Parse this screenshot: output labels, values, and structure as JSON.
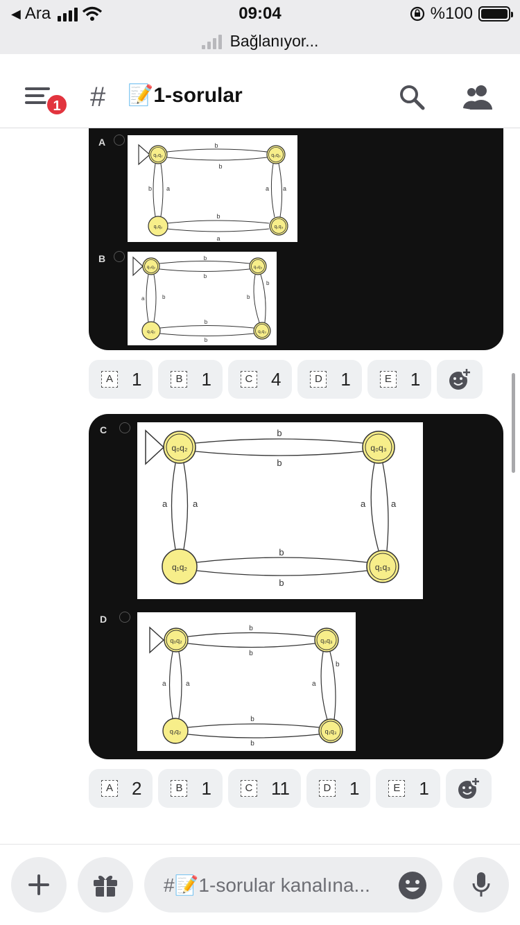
{
  "status": {
    "carrier": "Ara",
    "time": "09:04",
    "battery": "%100",
    "connection": "Bağlanıyor..."
  },
  "header": {
    "unread_badge": "1",
    "channel_prefix": "#",
    "channel_name": "📝1-sorular"
  },
  "messages": [
    {
      "options": [
        "A",
        "B"
      ],
      "reactions": [
        {
          "emoji": "A",
          "count": "1"
        },
        {
          "emoji": "B",
          "count": "1"
        },
        {
          "emoji": "C",
          "count": "4"
        },
        {
          "emoji": "D",
          "count": "1"
        },
        {
          "emoji": "E",
          "count": "1"
        }
      ]
    },
    {
      "options": [
        "C",
        "D"
      ],
      "reactions": [
        {
          "emoji": "A",
          "count": "2"
        },
        {
          "emoji": "B",
          "count": "1"
        },
        {
          "emoji": "C",
          "count": "11"
        },
        {
          "emoji": "D",
          "count": "1"
        },
        {
          "emoji": "E",
          "count": "1"
        }
      ]
    }
  ],
  "diagram_text": {
    "edge_b": "b",
    "edge_a": "a",
    "state_q0q2": "q₀q₂",
    "state_q0q3": "q₀q₃",
    "state_q1q2": "q₁q₂",
    "state_q1q3": "q₁q₃"
  },
  "composer": {
    "placeholder": "#📝1-sorular kanalına..."
  },
  "icons": {
    "menu": "hamburger-icon",
    "search": "search-icon",
    "members": "members-icon",
    "add": "plus-icon",
    "gift": "gift-icon",
    "emoji": "smile-icon",
    "mic": "microphone-icon",
    "add_reaction": "add-reaction-icon"
  }
}
